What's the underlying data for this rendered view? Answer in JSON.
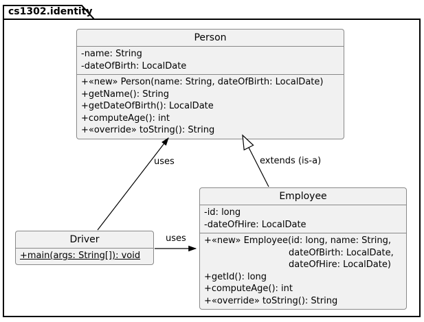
{
  "frame": {
    "title": "cs1302.identity"
  },
  "colors": {
    "background": "#ffffff",
    "box_fill": "#f1f1f1",
    "box_border": "#888888",
    "frame_border": "#000000",
    "text": "#000000",
    "line": "#000000"
  },
  "classes": {
    "person": {
      "name": "Person",
      "attributes": [
        {
          "text": "-name: String"
        },
        {
          "text": "-dateOfBirth: LocalDate"
        }
      ],
      "methods": [
        {
          "text": "+«new» Person(name: String, dateOfBirth: LocalDate)"
        },
        {
          "text": "+getName(): String"
        },
        {
          "text": "+getDateOfBirth(): LocalDate"
        },
        {
          "text": "+computeAge(): int"
        },
        {
          "text": "+«override» toString(): String"
        }
      ]
    },
    "employee": {
      "name": "Employee",
      "attributes": [
        {
          "text": "-id: long"
        },
        {
          "text": "-dateOfHire: LocalDate"
        }
      ],
      "methods": [
        {
          "text": "+«new» Employee(id: long, name: String,"
        },
        {
          "text": "dateOfBirth: LocalDate,",
          "indent": true
        },
        {
          "text": "dateOfHire: LocalDate)",
          "indent": true
        },
        {
          "text": "+getId(): long"
        },
        {
          "text": "+computeAge(): int"
        },
        {
          "text": "+«override» toString(): String"
        }
      ]
    },
    "driver": {
      "name": "Driver",
      "methods": [
        {
          "text": "+main(args: String[]): void",
          "underline": true
        }
      ]
    }
  },
  "relationships": {
    "driver_to_person": {
      "label": "uses",
      "from": "Driver",
      "to": "Person",
      "kind": "dependency-arrow"
    },
    "employee_to_person": {
      "label": "extends (is-a)",
      "from": "Employee",
      "to": "Person",
      "kind": "inheritance-arrow"
    },
    "driver_to_employee": {
      "label": "uses",
      "from": "Driver",
      "to": "Employee",
      "kind": "dependency-arrow"
    }
  }
}
